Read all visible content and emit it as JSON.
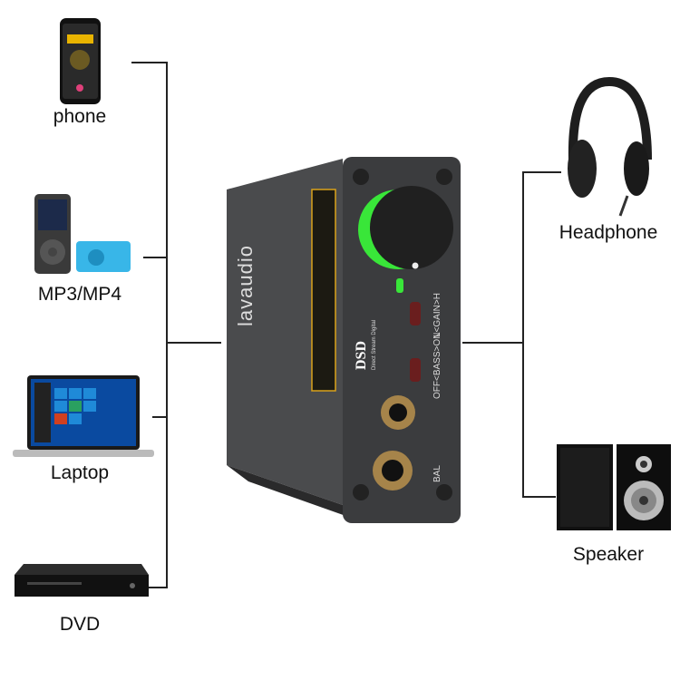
{
  "sources": [
    {
      "label": "phone",
      "icon": "phone-icon"
    },
    {
      "label": "MP3/MP4",
      "icon": "mp3-player-icon"
    },
    {
      "label": "Laptop",
      "icon": "laptop-icon"
    },
    {
      "label": "DVD",
      "icon": "dvd-player-icon"
    }
  ],
  "outputs": [
    {
      "label": "Headphone",
      "icon": "headphone-icon"
    },
    {
      "label": "Speaker",
      "icon": "speaker-icon"
    }
  ],
  "device": {
    "brand": "lavaudio",
    "dsd": "DSD",
    "dsd_sub": "Direct Stream Digital",
    "gain_switch": "L<GAIN>H",
    "bass_switch": "OFF<BASS>ON",
    "bal": "BAL",
    "accent_color": "#39e639",
    "label_color": "#d9a21b"
  }
}
